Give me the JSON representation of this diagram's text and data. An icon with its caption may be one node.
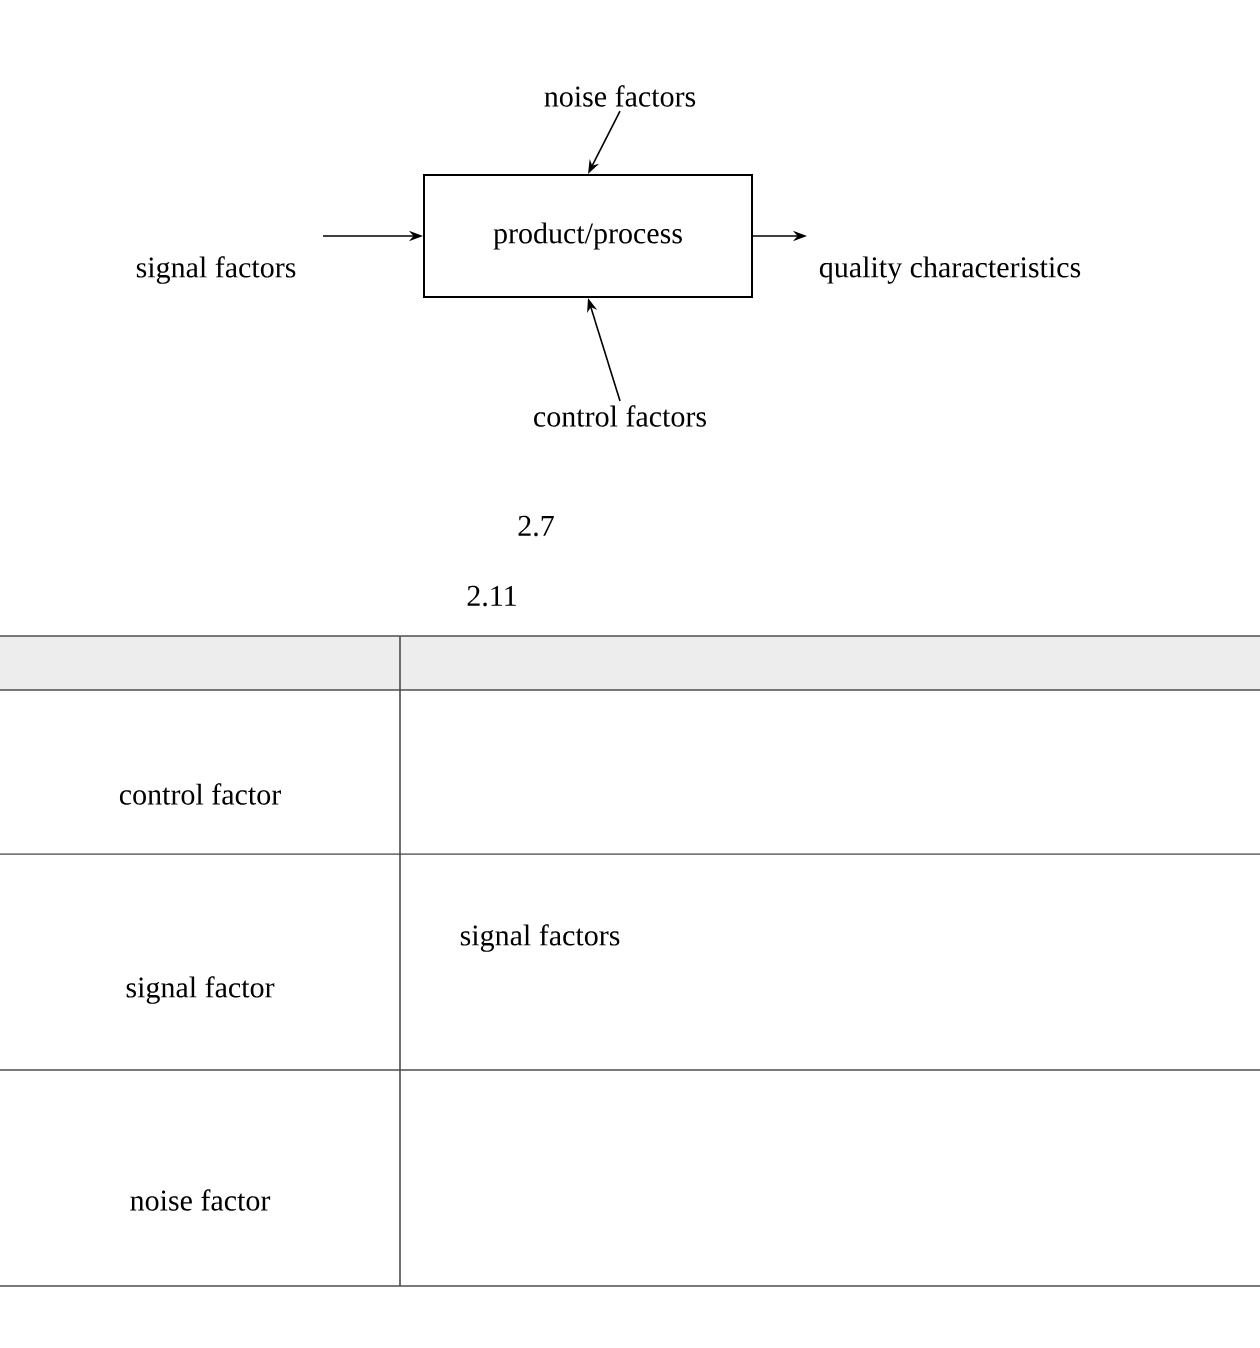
{
  "diagram": {
    "nodes": [
      {
        "text": [
          "product/process"
        ]
      },
      {
        "text": [
          "noise factors"
        ]
      },
      {
        "text": [
          "signal factors"
        ]
      },
      {
        "text": [
          "quality characteristics"
        ]
      },
      {
        "text": [
          "control factors"
        ]
      }
    ],
    "edges": [
      {
        "from": 1,
        "to": 0,
        "arrow": "to"
      },
      {
        "from": 2,
        "to": 0,
        "arrow": "to"
      },
      {
        "from": 0,
        "to": 3,
        "arrow": "to"
      },
      {
        "from": 4,
        "to": 0,
        "arrow": "to"
      }
    ],
    "labels": [
      "2.7",
      "2.11",
      "control factor",
      "signal factor",
      "signal factors",
      "noise factor"
    ]
  }
}
